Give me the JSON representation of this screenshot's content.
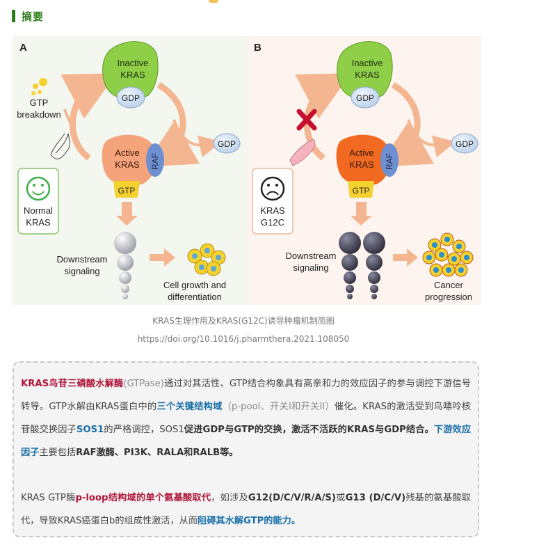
{
  "header": {
    "title": "摘要"
  },
  "figure": {
    "panel_a": {
      "label": "A",
      "inactive_line1": "Inactive",
      "inactive_line2": "KRAS",
      "gdp": "GDP",
      "active_line1": "Active",
      "active_line2": "KRAS",
      "raf": "RAF",
      "gtp": "GTP",
      "gdp_out": "GDP",
      "gtp_breakdown_1": "GTP",
      "gtp_breakdown_2": "breakdown",
      "status_1": "Normal",
      "status_2": "KRAS",
      "downstream_1": "Downstream",
      "downstream_2": "signaling",
      "result_1": "Cell growth and",
      "result_2": "differentiation"
    },
    "panel_b": {
      "label": "B",
      "inactive_line1": "Inactive",
      "inactive_line2": "KRAS",
      "gdp": "GDP",
      "active_line1": "Active",
      "active_line2": "KRAS",
      "raf": "RAF",
      "gtp": "GTP",
      "gdp_out": "GDP",
      "status_1": "KRAS",
      "status_2": "G12C",
      "downstream_1": "Downstream",
      "downstream_2": "signaling",
      "result_1": "Cancer",
      "result_2": "progression"
    },
    "colors": {
      "inactive_green": "#8fcf48",
      "active_orange_a": "#f4a37a",
      "active_orange_b": "#f26a22",
      "gdp_blue": "#cfe0f4",
      "arrow": "#f3b690",
      "cross": "#c8102e"
    }
  },
  "captions": {
    "title": "KRAS生理作用及KRAS(G12C)诱导肿瘤机制简图",
    "doi": "https://doi.org/10.1016/j.pharmthera.2021.108050"
  },
  "summary": {
    "p1": {
      "t1": "KRAS鸟苷三磷酸水解酶",
      "t2": "(GTPase)",
      "t3": "通过对其活性、GTP结合构象具有高亲和力的效应因子的参与调控下游信号转导。GTP水解由KRAS蛋白中的",
      "t4": "三个关键结构域",
      "t5": "（p-pool、开关I和开关II）",
      "t6": "催化。KRAS的激活受到鸟嘌呤核苷酸交换因子",
      "t7": "SOS1",
      "t8": "的严格调控，SOS1",
      "t9": "促进GDP与GTP的交换，激活不活跃的KRAS与GDP结合。",
      "t10": "下游效应因子",
      "t11": "主要包括",
      "t12": "RAF激酶、PI3K、RALA和RALB等。"
    },
    "p2": {
      "t1": "KRAS GTP酶",
      "t2": "p-loop结构域的单个氨基酸取代",
      "t3": "，如涉及",
      "t4": "G12(D/C/V/R/A/S)",
      "t5": "或",
      "t6": "G13 (D/C/V)",
      "t7": "残基的氨基酸取代，导致KRAS癌蛋白b的组成性激活，从而",
      "t8": "阻碍其水解GTP的能力。"
    }
  }
}
